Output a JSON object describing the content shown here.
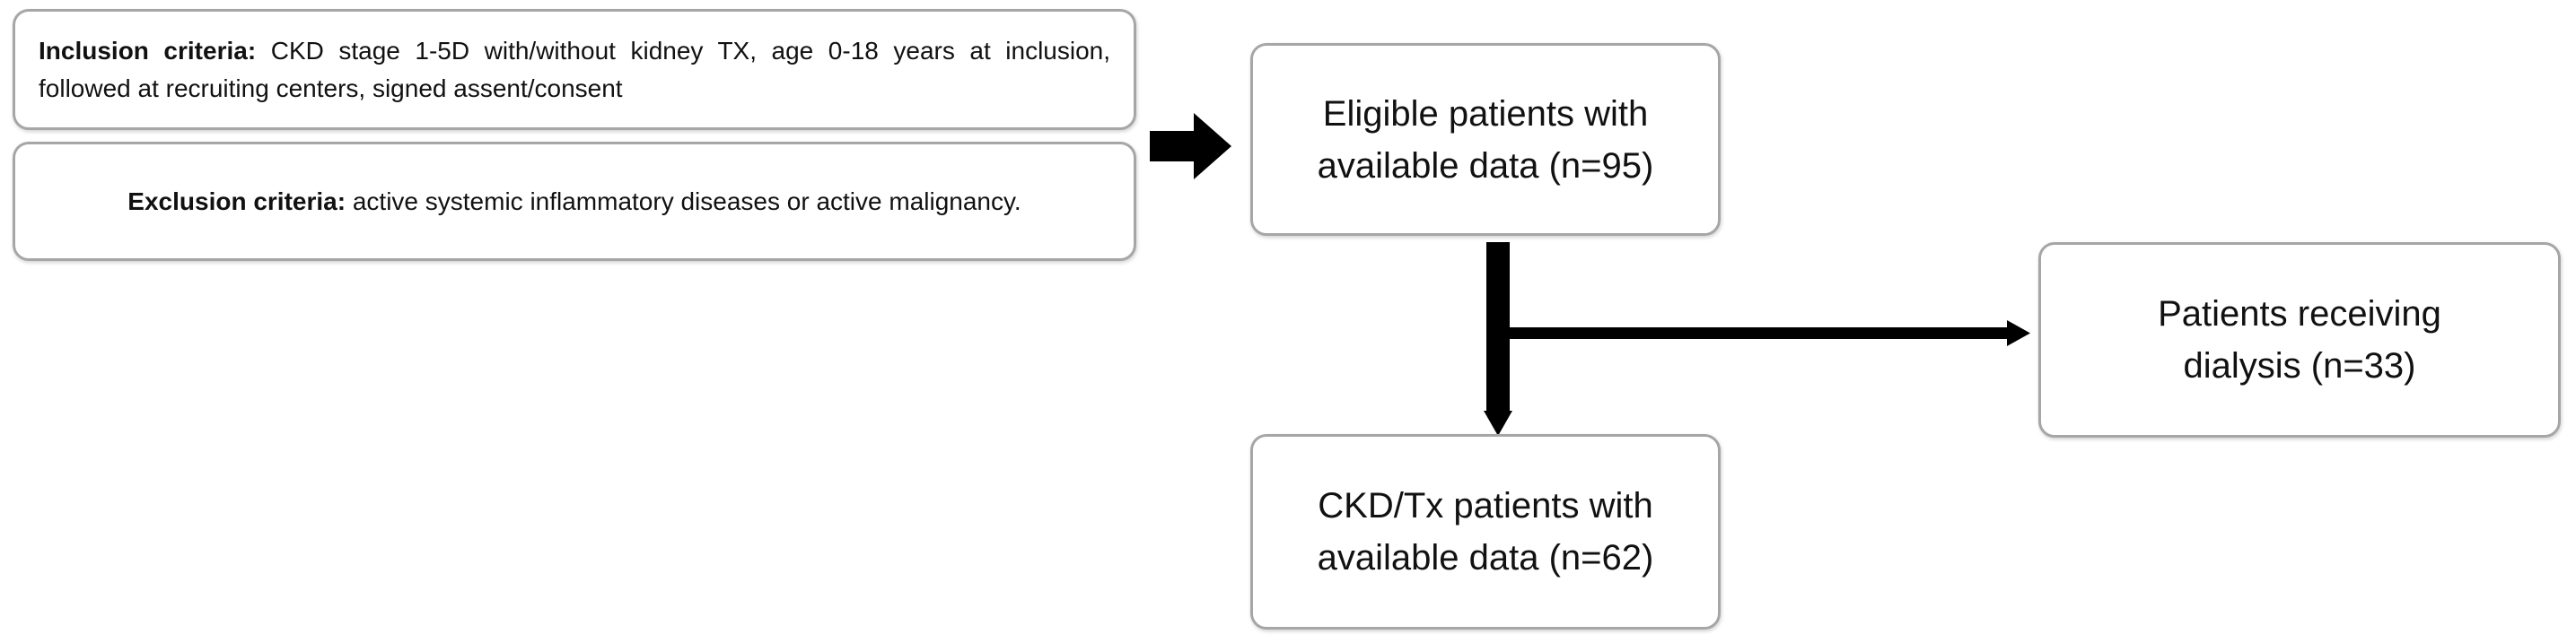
{
  "inclusion": {
    "label": "Inclusion criteria",
    "text": "CKD stage 1-5D with/without kidney TX, age 0-18 years at inclusion, followed at recruiting centers, signed assent/consent"
  },
  "exclusion": {
    "label": "Exclusion criteria",
    "text": "active systemic inflammatory diseases or active malignancy."
  },
  "eligible": {
    "line1": "Eligible patients with",
    "line2": "available data (n=95)"
  },
  "dialysis": {
    "line1": "Patients receiving",
    "line2": "dialysis (n=33)"
  },
  "ckd_tx": {
    "line1": "CKD/Tx patients with",
    "line2": "available data (n=62)"
  },
  "colors": {
    "box_border": "#a6a6a6",
    "arrow": "#000000",
    "text": "#111111"
  }
}
